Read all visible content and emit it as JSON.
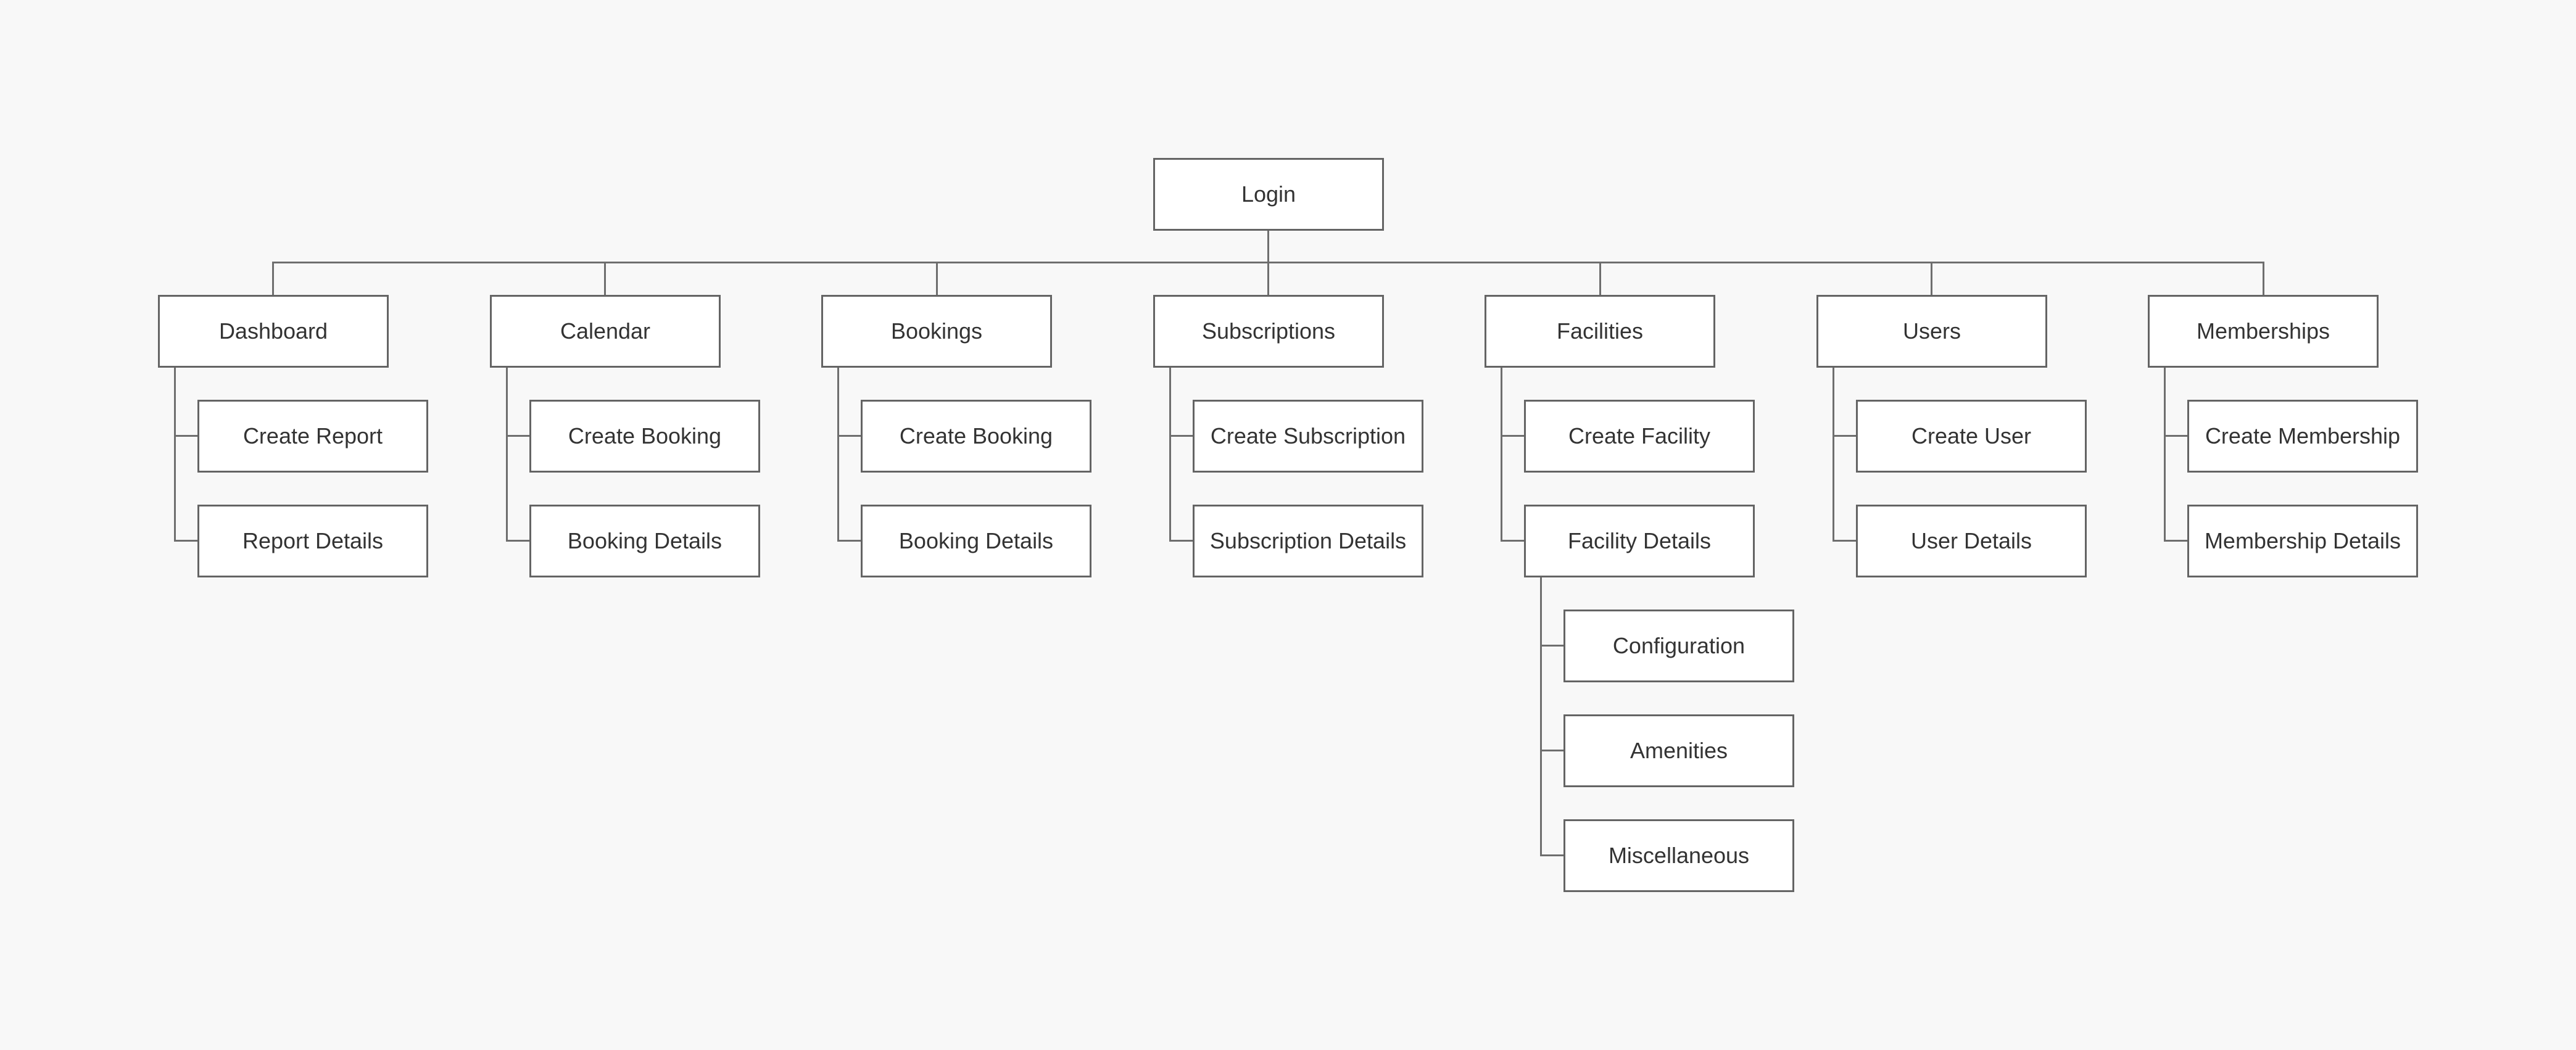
{
  "diagram": {
    "root": {
      "label": "Login"
    },
    "sections": [
      {
        "label": "Dashboard",
        "children": [
          {
            "label": "Create Report"
          },
          {
            "label": "Report Details"
          }
        ]
      },
      {
        "label": "Calendar",
        "children": [
          {
            "label": "Create Booking"
          },
          {
            "label": "Booking Details"
          }
        ]
      },
      {
        "label": "Bookings",
        "children": [
          {
            "label": "Create Booking"
          },
          {
            "label": "Booking Details"
          }
        ]
      },
      {
        "label": "Subscriptions",
        "children": [
          {
            "label": "Create Subscription"
          },
          {
            "label": "Subscription Details"
          }
        ]
      },
      {
        "label": "Facilities",
        "children": [
          {
            "label": "Create Facility"
          },
          {
            "label": "Facility Details",
            "children": [
              {
                "label": "Configuration"
              },
              {
                "label": "Amenities"
              },
              {
                "label": "Miscellaneous"
              }
            ]
          }
        ]
      },
      {
        "label": "Users",
        "children": [
          {
            "label": "Create User"
          },
          {
            "label": "User Details"
          }
        ]
      },
      {
        "label": "Memberships",
        "children": [
          {
            "label": "Create Membership"
          },
          {
            "label": "Membership Details"
          }
        ]
      }
    ],
    "colors": {
      "background": "#f8f8f8",
      "box_fill": "#ffffff",
      "box_border": "#646464",
      "line": "#6e6e6e",
      "text": "#333333"
    }
  }
}
